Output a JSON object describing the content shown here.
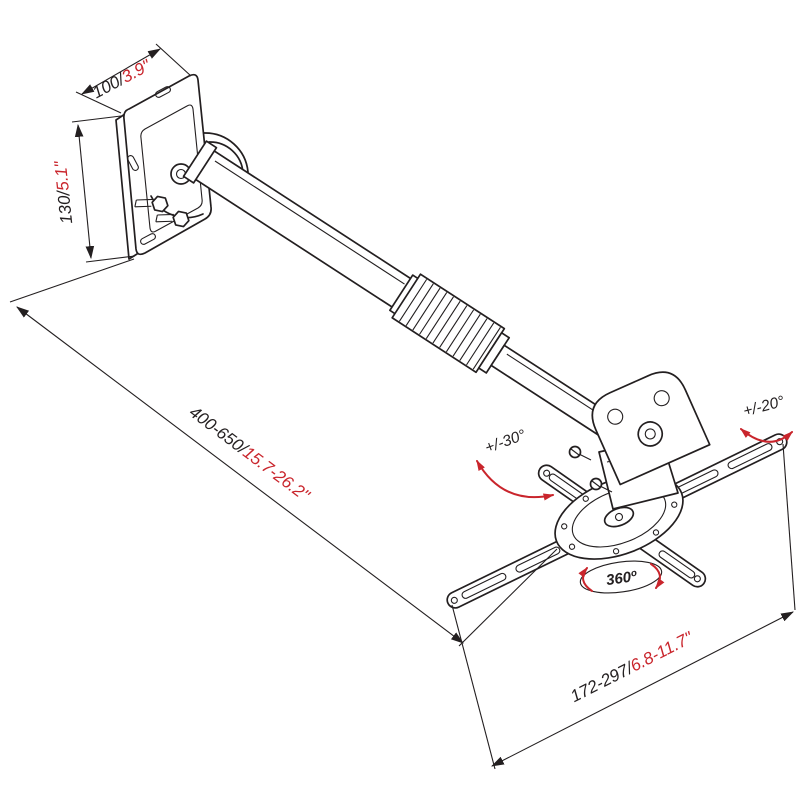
{
  "diagram": {
    "type": "technical-drawing",
    "subject": "Projector wall/ceiling mount with telescopic arm",
    "colors": {
      "line": "#231f20",
      "accent": "#c9252c",
      "background": "#ffffff"
    },
    "labels": {
      "plate_width": {
        "metric": "100/",
        "imperial": "3.9\""
      },
      "plate_height": {
        "metric": "130/",
        "imperial": "5.1\""
      },
      "arm_length": {
        "metric": "400-650/",
        "imperial": "15.7-26.2\""
      },
      "arm_span": {
        "metric": "172-297/",
        "imperial": "6.8-11.7\""
      },
      "tilt_angle": "+/-30°",
      "roll_angle": "+/-20°",
      "swivel_angle": "360º"
    }
  }
}
